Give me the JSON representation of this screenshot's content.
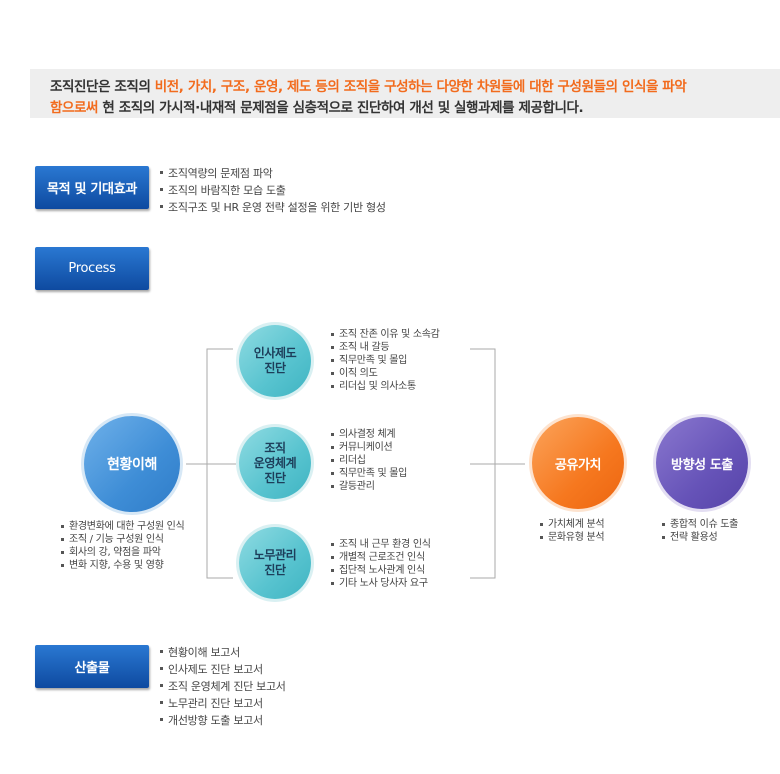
{
  "intro": {
    "part1": "조직진단은 조직의 ",
    "highlight1": "비전, 가치, 구조, 운영, 제도 등의 조직을 구성하는 다양한 차원들에 대한 구성원들의 인식을 파악",
    "highlight2": "함으로써",
    "part2": " 현 조직의 가시적·내재적 문제점을 심층적으로 진단하여 개선 및 실행과제를 제공합니다."
  },
  "sections": {
    "purpose": {
      "label": "목적 및 기대효과",
      "items": [
        "조직역량의 문제점 파악",
        "조직의 바람직한 모습 도출",
        "조직구조 및 HR 운영 전략 설정을 위한 기반 형성"
      ]
    },
    "process": {
      "label": "Process"
    },
    "output": {
      "label": "산출물",
      "items": [
        "현황이해 보고서",
        "인사제도 진단 보고서",
        "조직 운영체계 진단 보고서",
        "노무관리 진단 보고서",
        "개선방향 도출 보고서"
      ]
    }
  },
  "diagram": {
    "current": {
      "label": "현황이해",
      "items": [
        "환경변화에 대한 구성원 인식",
        "조직 / 기능 구성원 인식",
        "회사의 강, 약점을 파악",
        "변화 지향, 수용 및 영향"
      ]
    },
    "hr_system": {
      "label_line1": "인사제도",
      "label_line2": "진단",
      "items": [
        "조직 잔존 이유 및 소속감",
        "조직 내 갈등",
        "직무만족 및 몰입",
        "이직 의도",
        "리더십 및 의사소통"
      ]
    },
    "org_ops": {
      "label_line1": "조직",
      "label_line2": "운영체계",
      "label_line3": "진단",
      "items": [
        "의사결정 체계",
        "커뮤니케이션",
        "리더십",
        "직무만족 및 몰입",
        "갈등관리"
      ]
    },
    "labor": {
      "label_line1": "노무관리",
      "label_line2": "진단",
      "items": [
        "조직 내 근무 환경 인식",
        "개별적 근로조건 인식",
        "집단적 노사관계 인식",
        "기타 노사 당사자 요구"
      ]
    },
    "shared_value": {
      "label": "공유가치",
      "items": [
        "가치체계 분석",
        "문화유형 분석"
      ]
    },
    "direction": {
      "label": "방향성 도출",
      "items": [
        "종합적 이슈 도출",
        "전략 활용성"
      ]
    }
  }
}
